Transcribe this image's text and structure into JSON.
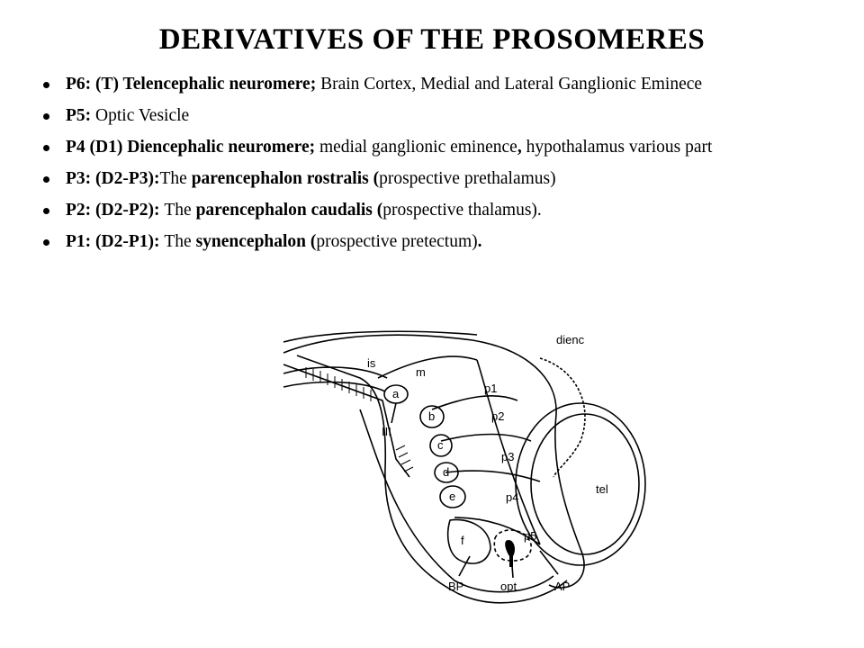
{
  "title": "DERIVATIVES OF THE PROSOMERES",
  "bullets": [
    {
      "parts": [
        {
          "text": "P6: (T) Telencephalic neuromere; ",
          "bold": true
        },
        {
          "text": "Brain Cortex, Medial and Lateral Ganglionic Eminece",
          "bold": false
        }
      ]
    },
    {
      "parts": [
        {
          "text": "P5: ",
          "bold": true
        },
        {
          "text": "Optic Vesicle",
          "bold": false
        }
      ]
    },
    {
      "parts": [
        {
          "text": "P4 (D1) Diencephalic neuromere; ",
          "bold": true
        },
        {
          "text": "medial ganglionic eminence",
          "bold": false
        },
        {
          "text": ",",
          "bold": true
        },
        {
          "text": " hypothalamus various part",
          "bold": false
        }
      ]
    },
    {
      "parts": [
        {
          "text": "P3:  (D2-P3):",
          "bold": true
        },
        {
          "text": "The ",
          "bold": false
        },
        {
          "text": "parencephalon rostralis",
          "bold": true
        },
        {
          "text": " (",
          "bold": true
        },
        {
          "text": "prospective prethalamus)",
          "bold": false
        }
      ]
    },
    {
      "parts": [
        {
          "text": "P2:  (D2-P2): ",
          "bold": true
        },
        {
          "text": "The ",
          "bold": false
        },
        {
          "text": "parencephalon caudalis",
          "bold": true
        },
        {
          "text": " (",
          "bold": true
        },
        {
          "text": "prospective thalamus).",
          "bold": false
        }
      ]
    },
    {
      "parts": [
        {
          "text": "P1:  (D2-P1): ",
          "bold": true
        },
        {
          "text": "The ",
          "bold": false
        },
        {
          "text": "synencephalon",
          "bold": true
        },
        {
          "text": " (",
          "bold": true
        },
        {
          "text": "prospective pretectum)",
          "bold": false
        },
        {
          "text": ".",
          "bold": true
        }
      ]
    }
  ],
  "diagram": {
    "labels": {
      "dienc": "dienc",
      "is": "is",
      "m": "m",
      "p1": "p1",
      "p2": "p2",
      "p3": "p3",
      "p4": "p4",
      "p5": "p5",
      "tel": "tel",
      "iii": "III",
      "bp": "BP",
      "opt": "opt",
      "ap": "AP"
    },
    "nuclei": {
      "a": "a",
      "b": "b",
      "c": "c",
      "d": "d",
      "e": "e",
      "f": "f"
    }
  }
}
